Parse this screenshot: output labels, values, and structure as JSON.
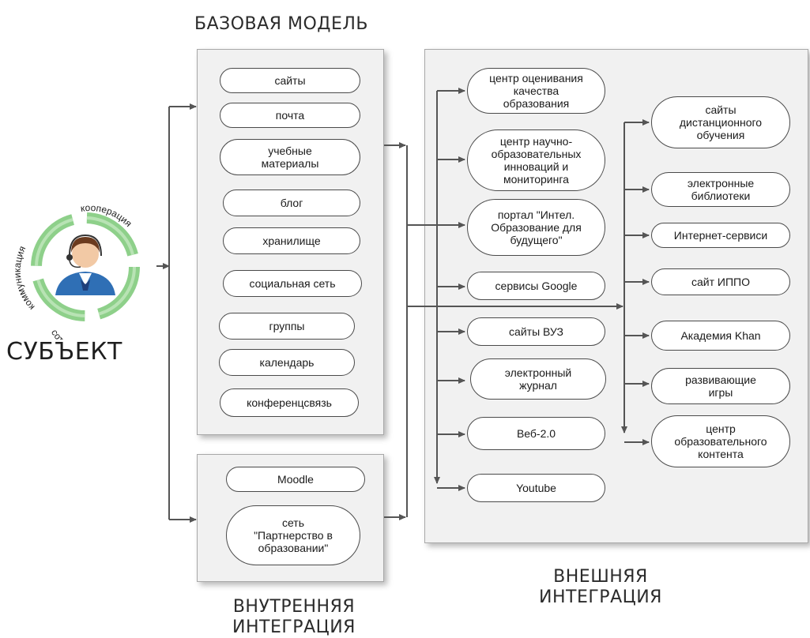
{
  "headings": {
    "base_model": "БАЗОВАЯ МОДЕЛЬ",
    "internal_line1": "ВНУТРЕННЯЯ",
    "internal_line2": "ИНТЕГРАЦИЯ",
    "external_line1": "ВНЕШНЯЯ",
    "external_line2": "ИНТЕГРАЦИЯ"
  },
  "subject": {
    "label": "СУБЪЕКТ",
    "ring_words": [
      "кооперация",
      "коммуникация",
      "сотрудничество"
    ]
  },
  "base_model_items": [
    "сайты",
    "почта",
    "учебные\nматериалы",
    "блог",
    "хранилище",
    "социальная сеть",
    "группы",
    "календарь",
    "конференцсвязь"
  ],
  "internal_items": [
    "Moodle",
    "сеть\n\"Партнерство в\nобразовании\""
  ],
  "external_left": [
    "центр оценивания\nкачества\nобразования",
    "центр научно-\nобразовательных\nинноваций и\nмониторинга",
    "портал \"Интел.\nОбразование для\nбудущего\"",
    "сервисы Google",
    "сайты ВУЗ",
    "электронный\nжурнал",
    "Веб-2.0",
    "Youtube"
  ],
  "external_right": [
    "сайты\nдистанционного\nобучения",
    "электронные\nбиблиотеки",
    "Интернет-сервиси",
    "сайт ИППО",
    "Академия Khan",
    "развивающие\nигры",
    "центр\nобразовательного\nконтента"
  ],
  "colors": {
    "panel_bg": "#f1f1f1",
    "ring_green": "#8ed08a",
    "avatar_blue": "#2f6fb5",
    "line": "#555555"
  }
}
